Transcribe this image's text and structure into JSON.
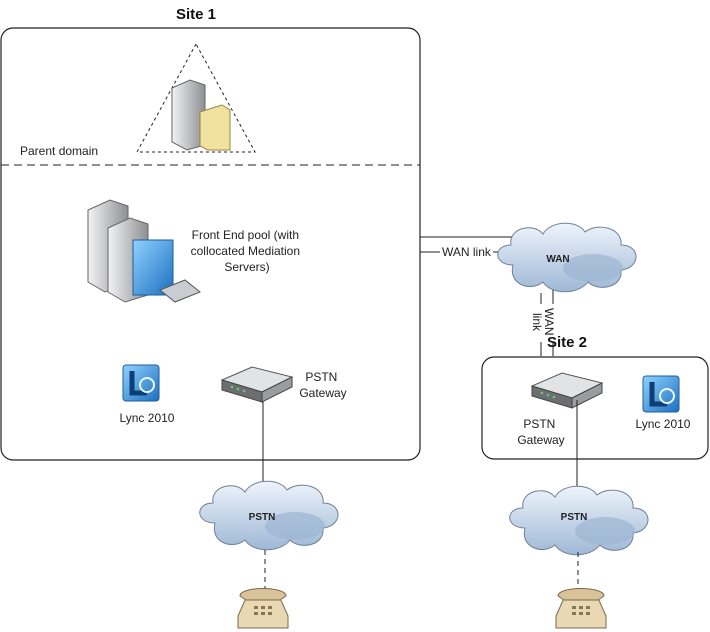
{
  "site1": {
    "title": "Site 1",
    "parent_domain": "Parent domain",
    "front_end": [
      "Front End pool (with",
      "collocated Mediation",
      "Servers)"
    ],
    "gateway": [
      "PSTN",
      "Gateway"
    ],
    "client": "Lync 2010",
    "pstn_cloud": "PSTN"
  },
  "wan": {
    "cloud": "WAN",
    "link_label": "WAN link",
    "vertical_link": [
      "WAN",
      "link"
    ]
  },
  "site2": {
    "title": "Site 2",
    "gateway": [
      "PSTN",
      "Gateway"
    ],
    "client": "Lync 2010",
    "pstn_cloud": "PSTN"
  },
  "colors": {
    "cloud": "#b9cfe6",
    "lync": "#1e7cc0",
    "line": "#000000"
  }
}
